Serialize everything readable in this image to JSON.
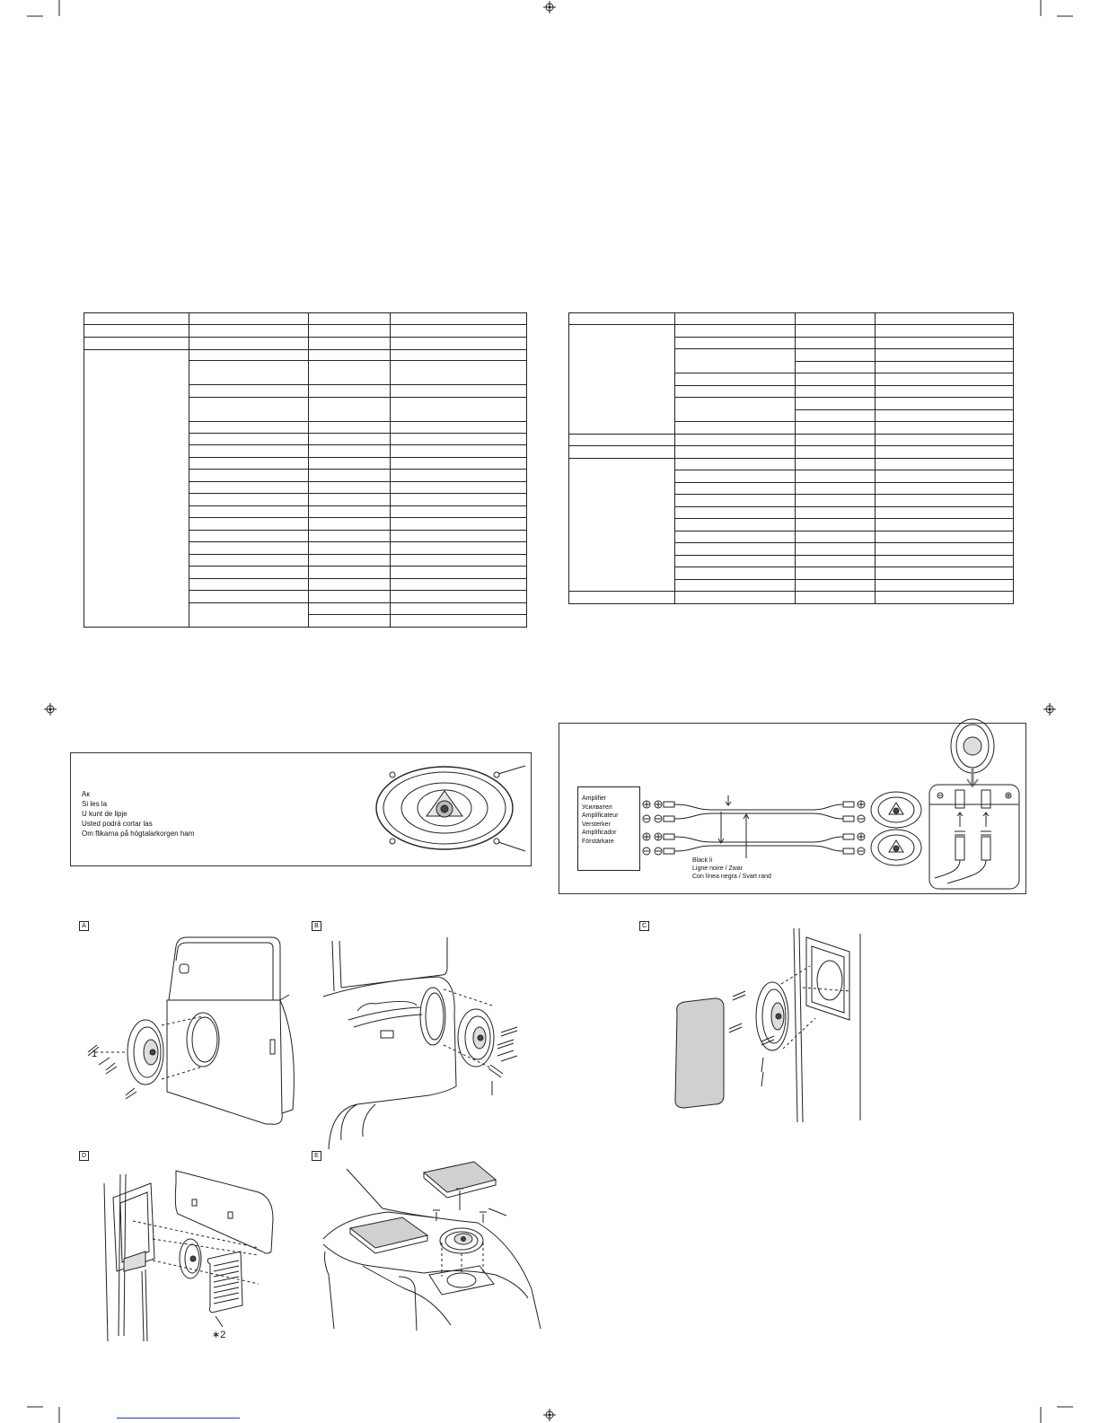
{
  "notice_panel": {
    "lines": [
      "Ак",
      "Si les la",
      "U kunt de lipje",
      "Usted podrá cortar las",
      "Om flikarna på högtalarkorgen ham"
    ]
  },
  "wiring_panel": {
    "amplifier_labels": [
      "Amplifier",
      "Усилвател",
      "Amplificateur",
      "Versterker",
      "Amplificador",
      "Förstärkare"
    ],
    "black_line_labels": [
      "Black li",
      "Ligne noire / Zwar",
      "Con línea negra / Svart rand"
    ]
  },
  "figures": {
    "A": {
      "label": "A",
      "callout": "1"
    },
    "B": {
      "label": "B"
    },
    "C": {
      "label": "C"
    },
    "D": {
      "label": "D",
      "callout": "∗2"
    },
    "E": {
      "label": "E"
    }
  },
  "colors": {
    "line": "#222222",
    "fill_gray": "#cfcfcf",
    "link_blue": "#1a3ccf"
  }
}
